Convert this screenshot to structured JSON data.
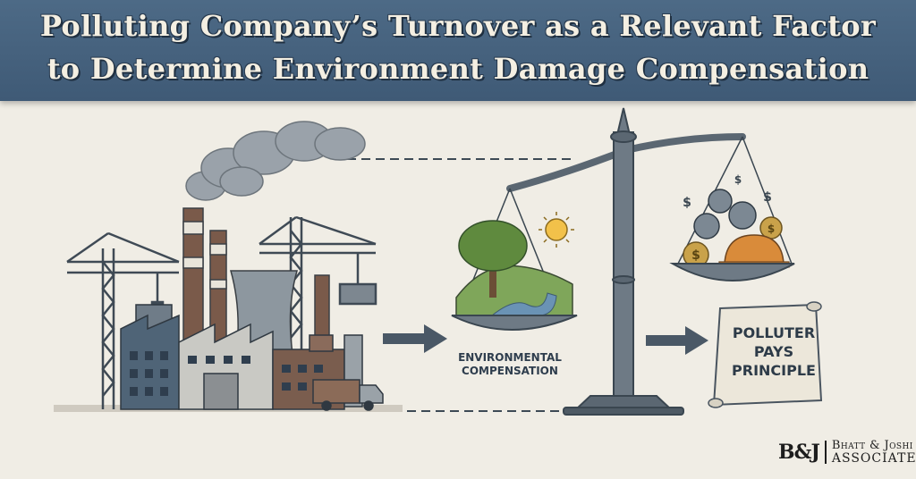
{
  "banner": {
    "line1": "Polluting Company’s Turnover as a Relevant Factor",
    "line2": "to Determine Environment Damage Compensation"
  },
  "illustration": {
    "environment_label": "ENVIRONMENTAL\nCOMPENSATION",
    "scroll_label": "POLLUTER\nPAYS\nPRINCIPLE",
    "coin_symbol": "$"
  },
  "logo": {
    "mark": "B&J",
    "name_line1": "Bhatt & Joshi",
    "name_line2": "ASSOCIATES"
  },
  "colors": {
    "banner": "#46627f",
    "banner_text": "#f4efe2",
    "background": "#f0ede5",
    "ink": "#2e3d4d"
  }
}
